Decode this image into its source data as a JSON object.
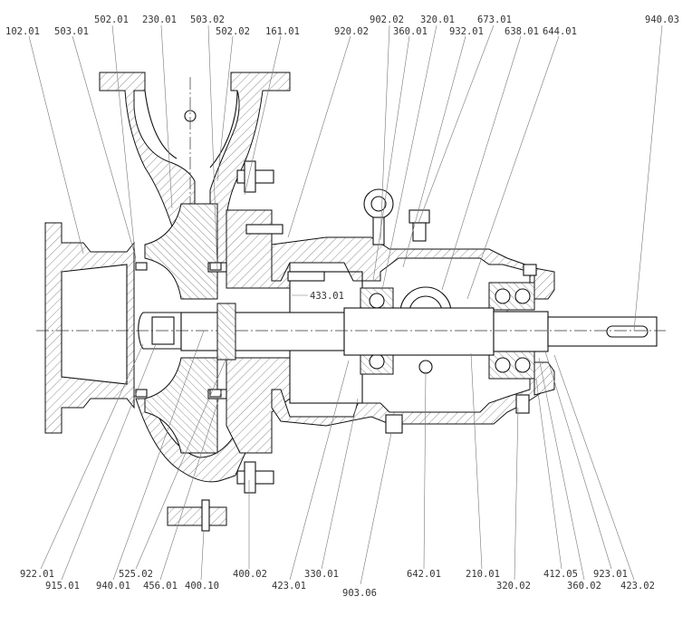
{
  "labels": {
    "l102_01": "102.01",
    "l503_01": "503.01",
    "l502_01": "502.01",
    "l230_01": "230.01",
    "l503_02": "503.02",
    "l502_02": "502.02",
    "l161_01": "161.01",
    "l920_02": "920.02",
    "l902_02": "902.02",
    "l360_01": "360.01",
    "l320_01": "320.01",
    "l932_01": "932.01",
    "l673_01": "673.01",
    "l638_01": "638.01",
    "l644_01": "644.01",
    "l940_03": "940.03",
    "l433_01": "433.01",
    "l922_01": "922.01",
    "l915_01": "915.01",
    "l940_01": "940.01",
    "l525_02": "525.02",
    "l456_01": "456.01",
    "l400_10": "400.10",
    "l400_02": "400.02",
    "l423_01": "423.01",
    "l330_01": "330.01",
    "l903_06": "903.06",
    "l642_01": "642.01",
    "l210_01": "210.01",
    "l320_02": "320.02",
    "l412_05": "412.05",
    "l360_02": "360.02",
    "l923_01": "923.01",
    "l423_02": "423.02"
  }
}
